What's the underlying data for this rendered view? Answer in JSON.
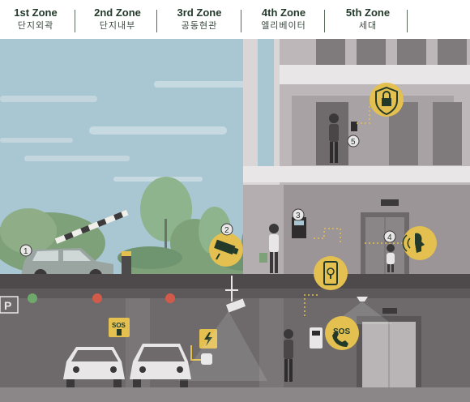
{
  "zones": [
    {
      "en": "1st Zone",
      "ko": "단지외곽"
    },
    {
      "en": "2nd Zone",
      "ko": "단지내부"
    },
    {
      "en": "3rd Zone",
      "ko": "공동현관"
    },
    {
      "en": "4th Zone",
      "ko": "엘리베이터"
    },
    {
      "en": "5th Zone",
      "ko": "세대"
    }
  ],
  "markers": [
    "1",
    "2",
    "3",
    "4",
    "5"
  ],
  "labels": {
    "parking": "P",
    "sos_small": "SOS",
    "sos_large": "SOS"
  },
  "icons": [
    "shield-lock-icon",
    "cctv-camera-icon",
    "voice-recognition-icon",
    "phone-app-icon",
    "sos-phone-icon",
    "ev-charger-icon"
  ],
  "colors": {
    "accent": "#e3c04f",
    "sky": "#a9c6d3",
    "ground": "#4e4a4c",
    "building": "#bcb6b8"
  }
}
